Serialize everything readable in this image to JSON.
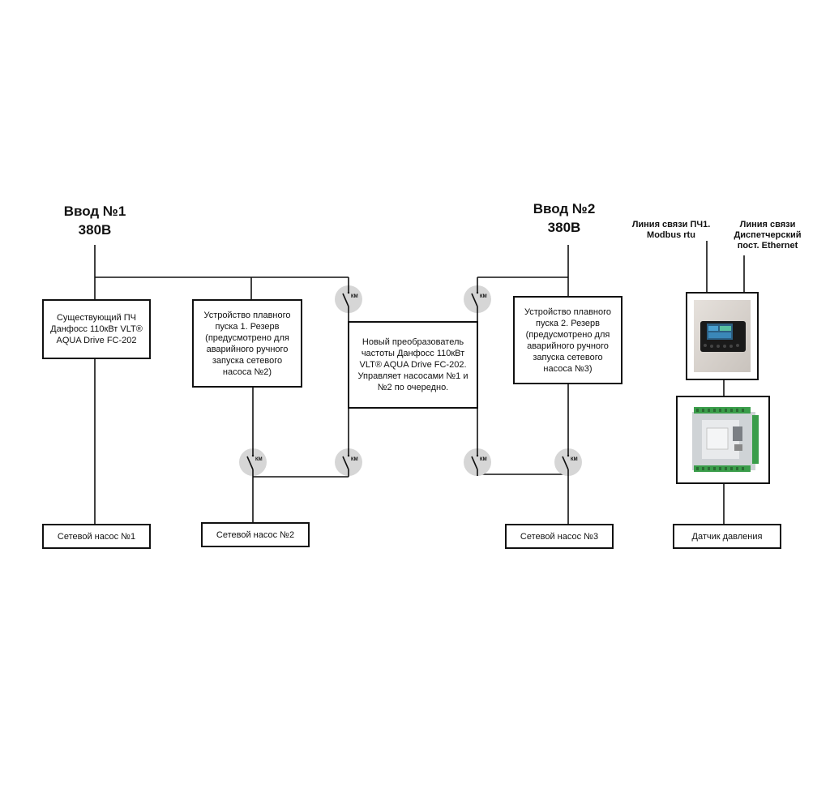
{
  "inputs": {
    "input1": {
      "line1": "Ввод №1",
      "line2": "380В"
    },
    "input2": {
      "line1": "Ввод №2",
      "line2": "380В"
    }
  },
  "comm": {
    "line_vfd": [
      "Линия связи ПЧ1.",
      "Modbus rtu"
    ],
    "line_dispatch": [
      "Линия связи",
      "Диспетчерский",
      "пост. Ethernet"
    ]
  },
  "boxes": {
    "existing_vfd": [
      "Существующий ПЧ",
      "Данфосс 110кВт VLT®",
      "AQUA Drive FC-202"
    ],
    "soft_start_1": [
      "Устройство плавного",
      "пуска 1. Резерв",
      "(предусмотрено для",
      "аварийного ручного",
      "запуска сетевого",
      "насоса №2)"
    ],
    "new_vfd": [
      "Новый преобразователь",
      "частоты Данфосс 110кВт",
      "VLT® AQUA Drive FC-202.",
      "Управляет насосами №1 и",
      "№2 по очередно."
    ],
    "soft_start_2": [
      "Устройство плавного",
      "пуска 2. Резерв",
      "(предусмотрено для",
      "аварийного ручного",
      "запуска сетевого",
      "насоса №3)"
    ],
    "pump1": [
      "Сетевой насос №1"
    ],
    "pump2": [
      "Сетевой насос №2"
    ],
    "pump3": [
      "Сетевой насос №3"
    ],
    "pressure_sensor": [
      "Датчик давления"
    ]
  },
  "contactor_label": "КМ"
}
